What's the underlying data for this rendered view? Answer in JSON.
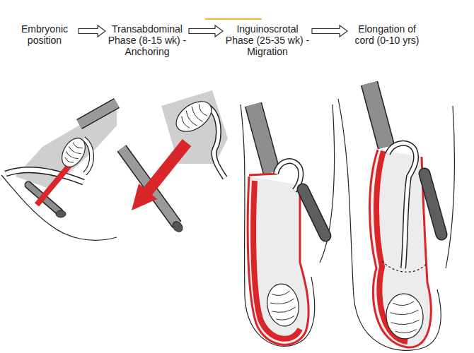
{
  "diagram": {
    "nodes": [
      {
        "text": [
          "Embryonic position"
        ]
      },
      {
        "text": [
          "Transabdominal Phase (8-15 wk) - Anchoring"
        ]
      },
      {
        "text": [
          "Inguinoscrotal Phase (25-35 wk) - Migration"
        ]
      },
      {
        "text": [
          "Elongation of cord (0-10 yrs)"
        ]
      }
    ],
    "edges": [
      {
        "from": 0,
        "to": 1,
        "arrow": "to"
      },
      {
        "from": 1,
        "to": 2,
        "arrow": "to"
      },
      {
        "from": 2,
        "to": 3,
        "arrow": "to"
      }
    ]
  }
}
